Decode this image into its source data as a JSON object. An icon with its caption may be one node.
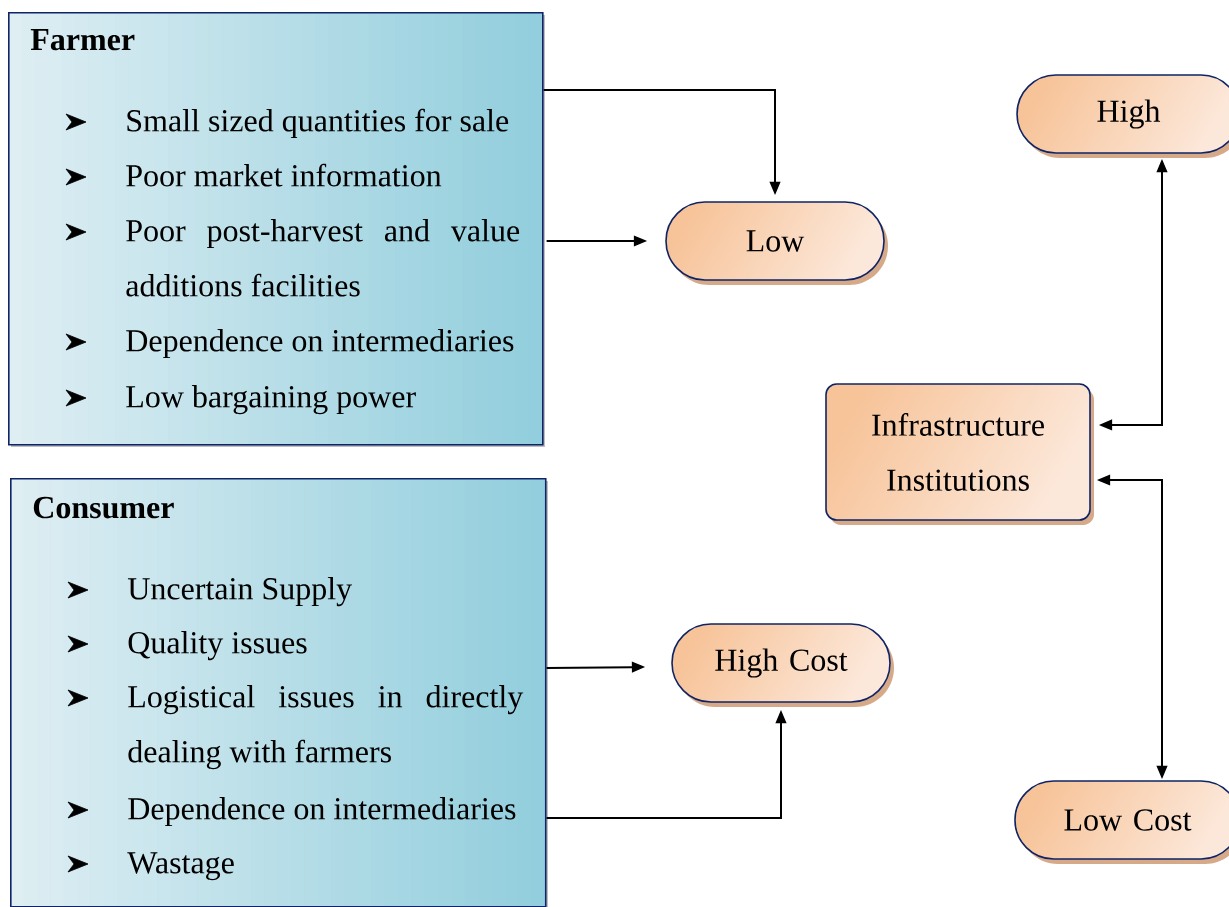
{
  "diagram": {
    "nodes": [
      {
        "text": [
          "Farmer",
          "Small sized quantities for sale",
          "Poor market information",
          "Poor post-harvest and value additions facilities",
          "Dependence on intermediaries",
          "Low bargaining power"
        ]
      },
      {
        "text": [
          "Low"
        ]
      },
      {
        "text": [
          "High"
        ]
      },
      {
        "text": [
          "Infrastructure Institutions"
        ]
      },
      {
        "text": [
          "Consumer",
          "Uncertain Supply",
          "Quality issues",
          "Logistical issues in directly dealing with farmers",
          "Dependence on intermediaries",
          "Wastage"
        ]
      },
      {
        "text": [
          "High Cost"
        ]
      },
      {
        "text": [
          "Low Cost"
        ]
      }
    ],
    "edges": [
      {
        "from": 0,
        "to": 1,
        "arrow": "to"
      },
      {
        "from": 0,
        "to": 1,
        "arrow": "to"
      },
      {
        "from": 3,
        "to": 2,
        "arrow": "both"
      },
      {
        "from": 3,
        "to": 6,
        "arrow": "both"
      },
      {
        "from": 4,
        "to": 5,
        "arrow": "to"
      },
      {
        "from": 4,
        "to": 5,
        "arrow": "to"
      }
    ]
  }
}
